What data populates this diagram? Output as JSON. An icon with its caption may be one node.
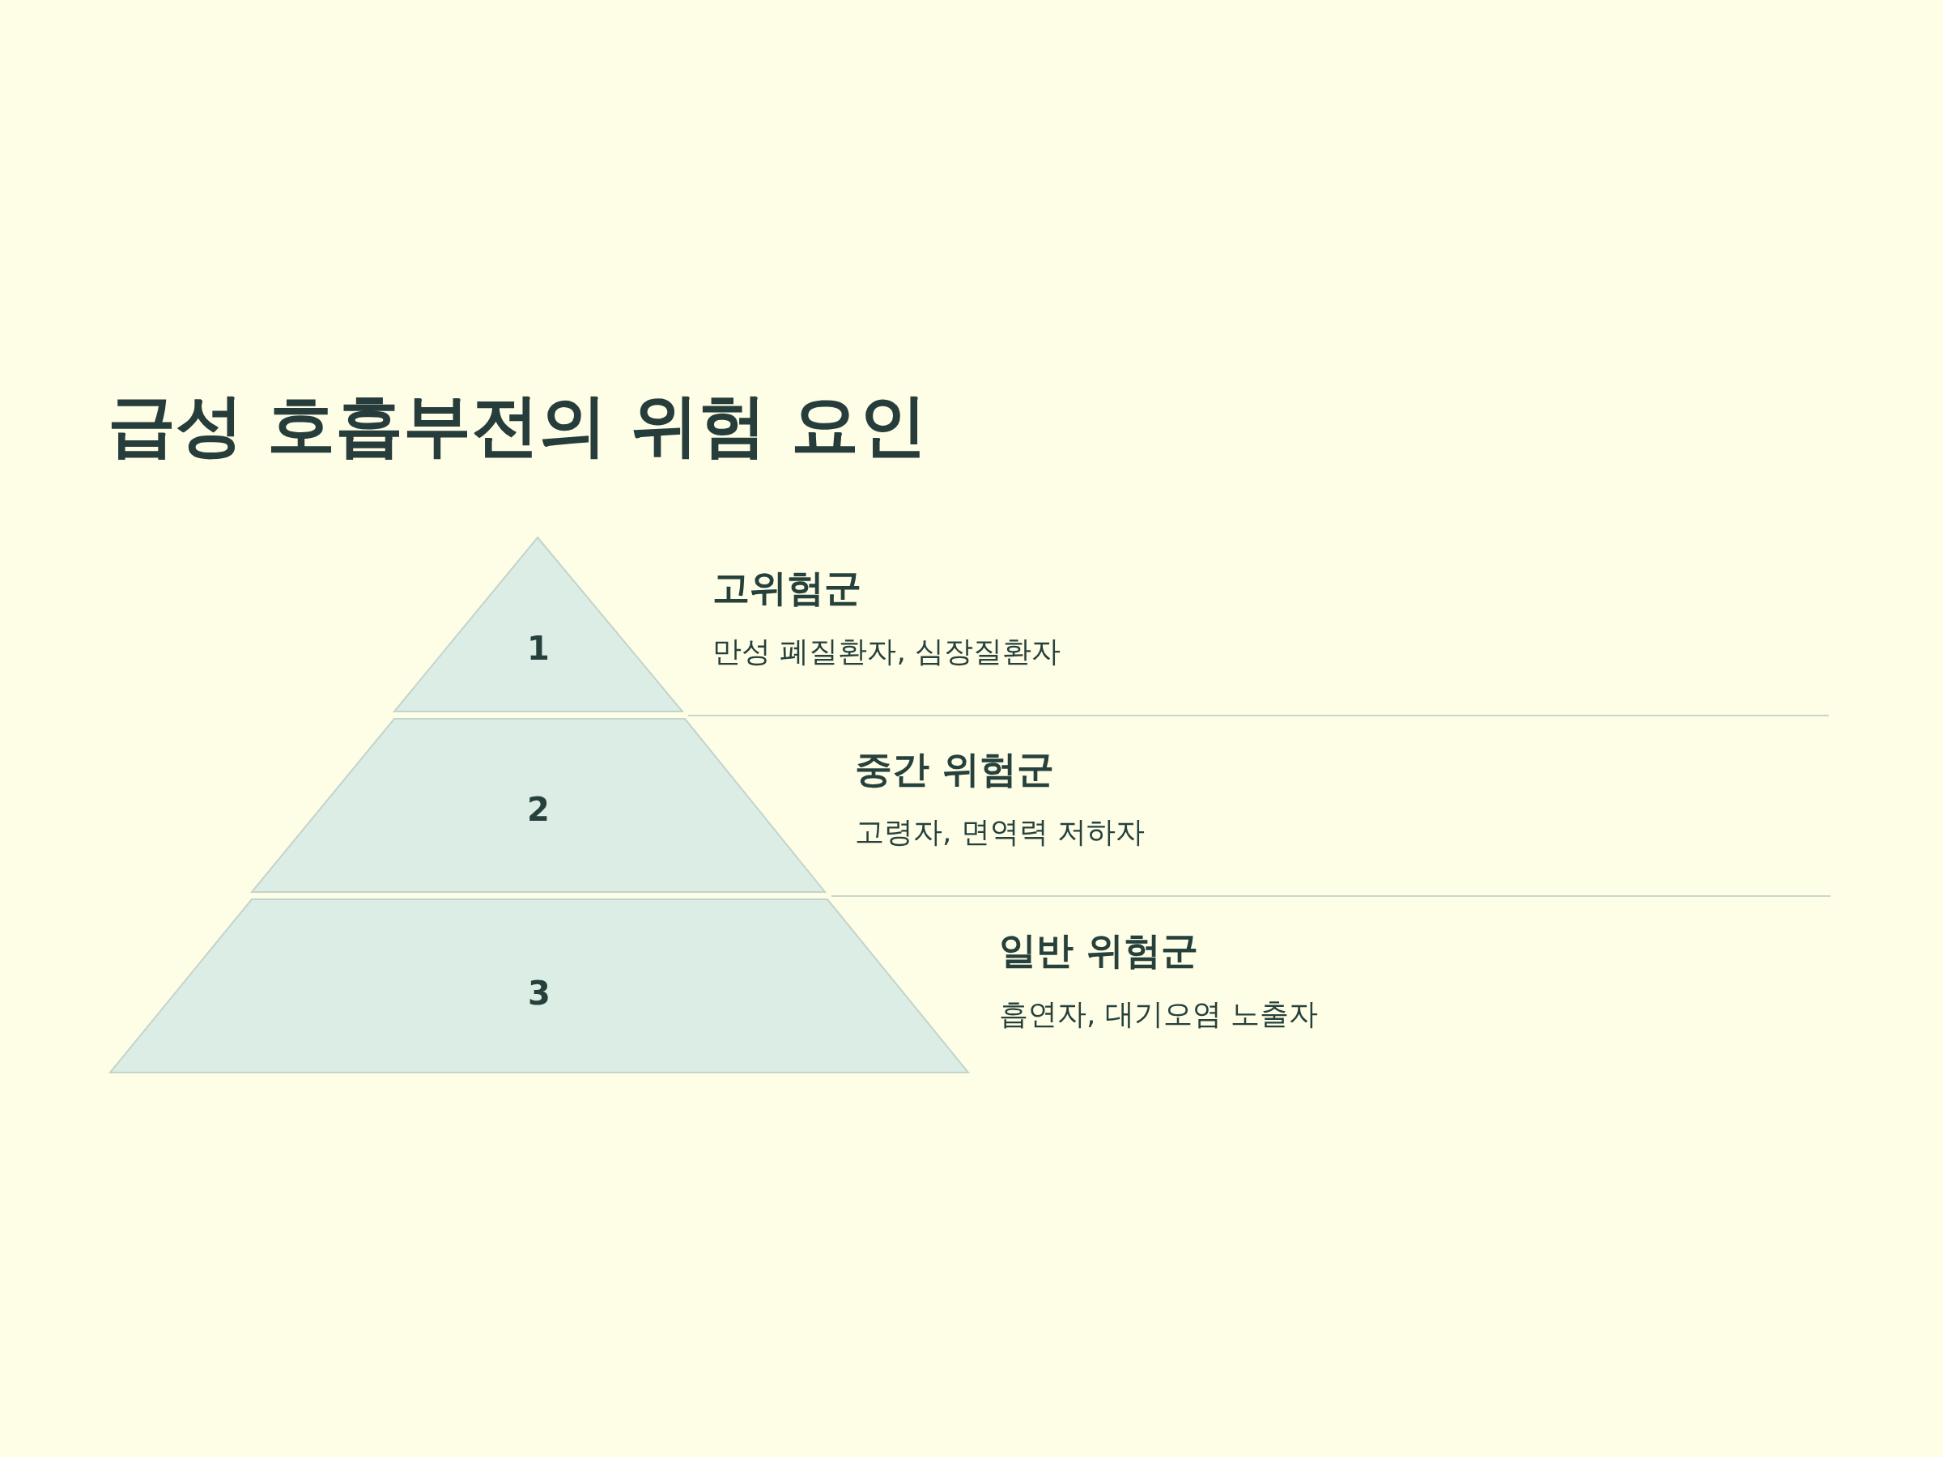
{
  "diagram": {
    "title": "급성 호흡부전의 위험 요인",
    "nodes": [
      {
        "text": [
          "1"
        ],
        "beside": [
          "고위험군",
          "만성 폐질환자, 심장질환자"
        ]
      },
      {
        "text": [
          "2"
        ],
        "beside": [
          "중간 위험군",
          "고령자, 면역력 저하자"
        ]
      },
      {
        "text": [
          "3"
        ],
        "beside": [
          "일반 위험군",
          "흡연자, 대기오염 노출자"
        ]
      }
    ]
  }
}
